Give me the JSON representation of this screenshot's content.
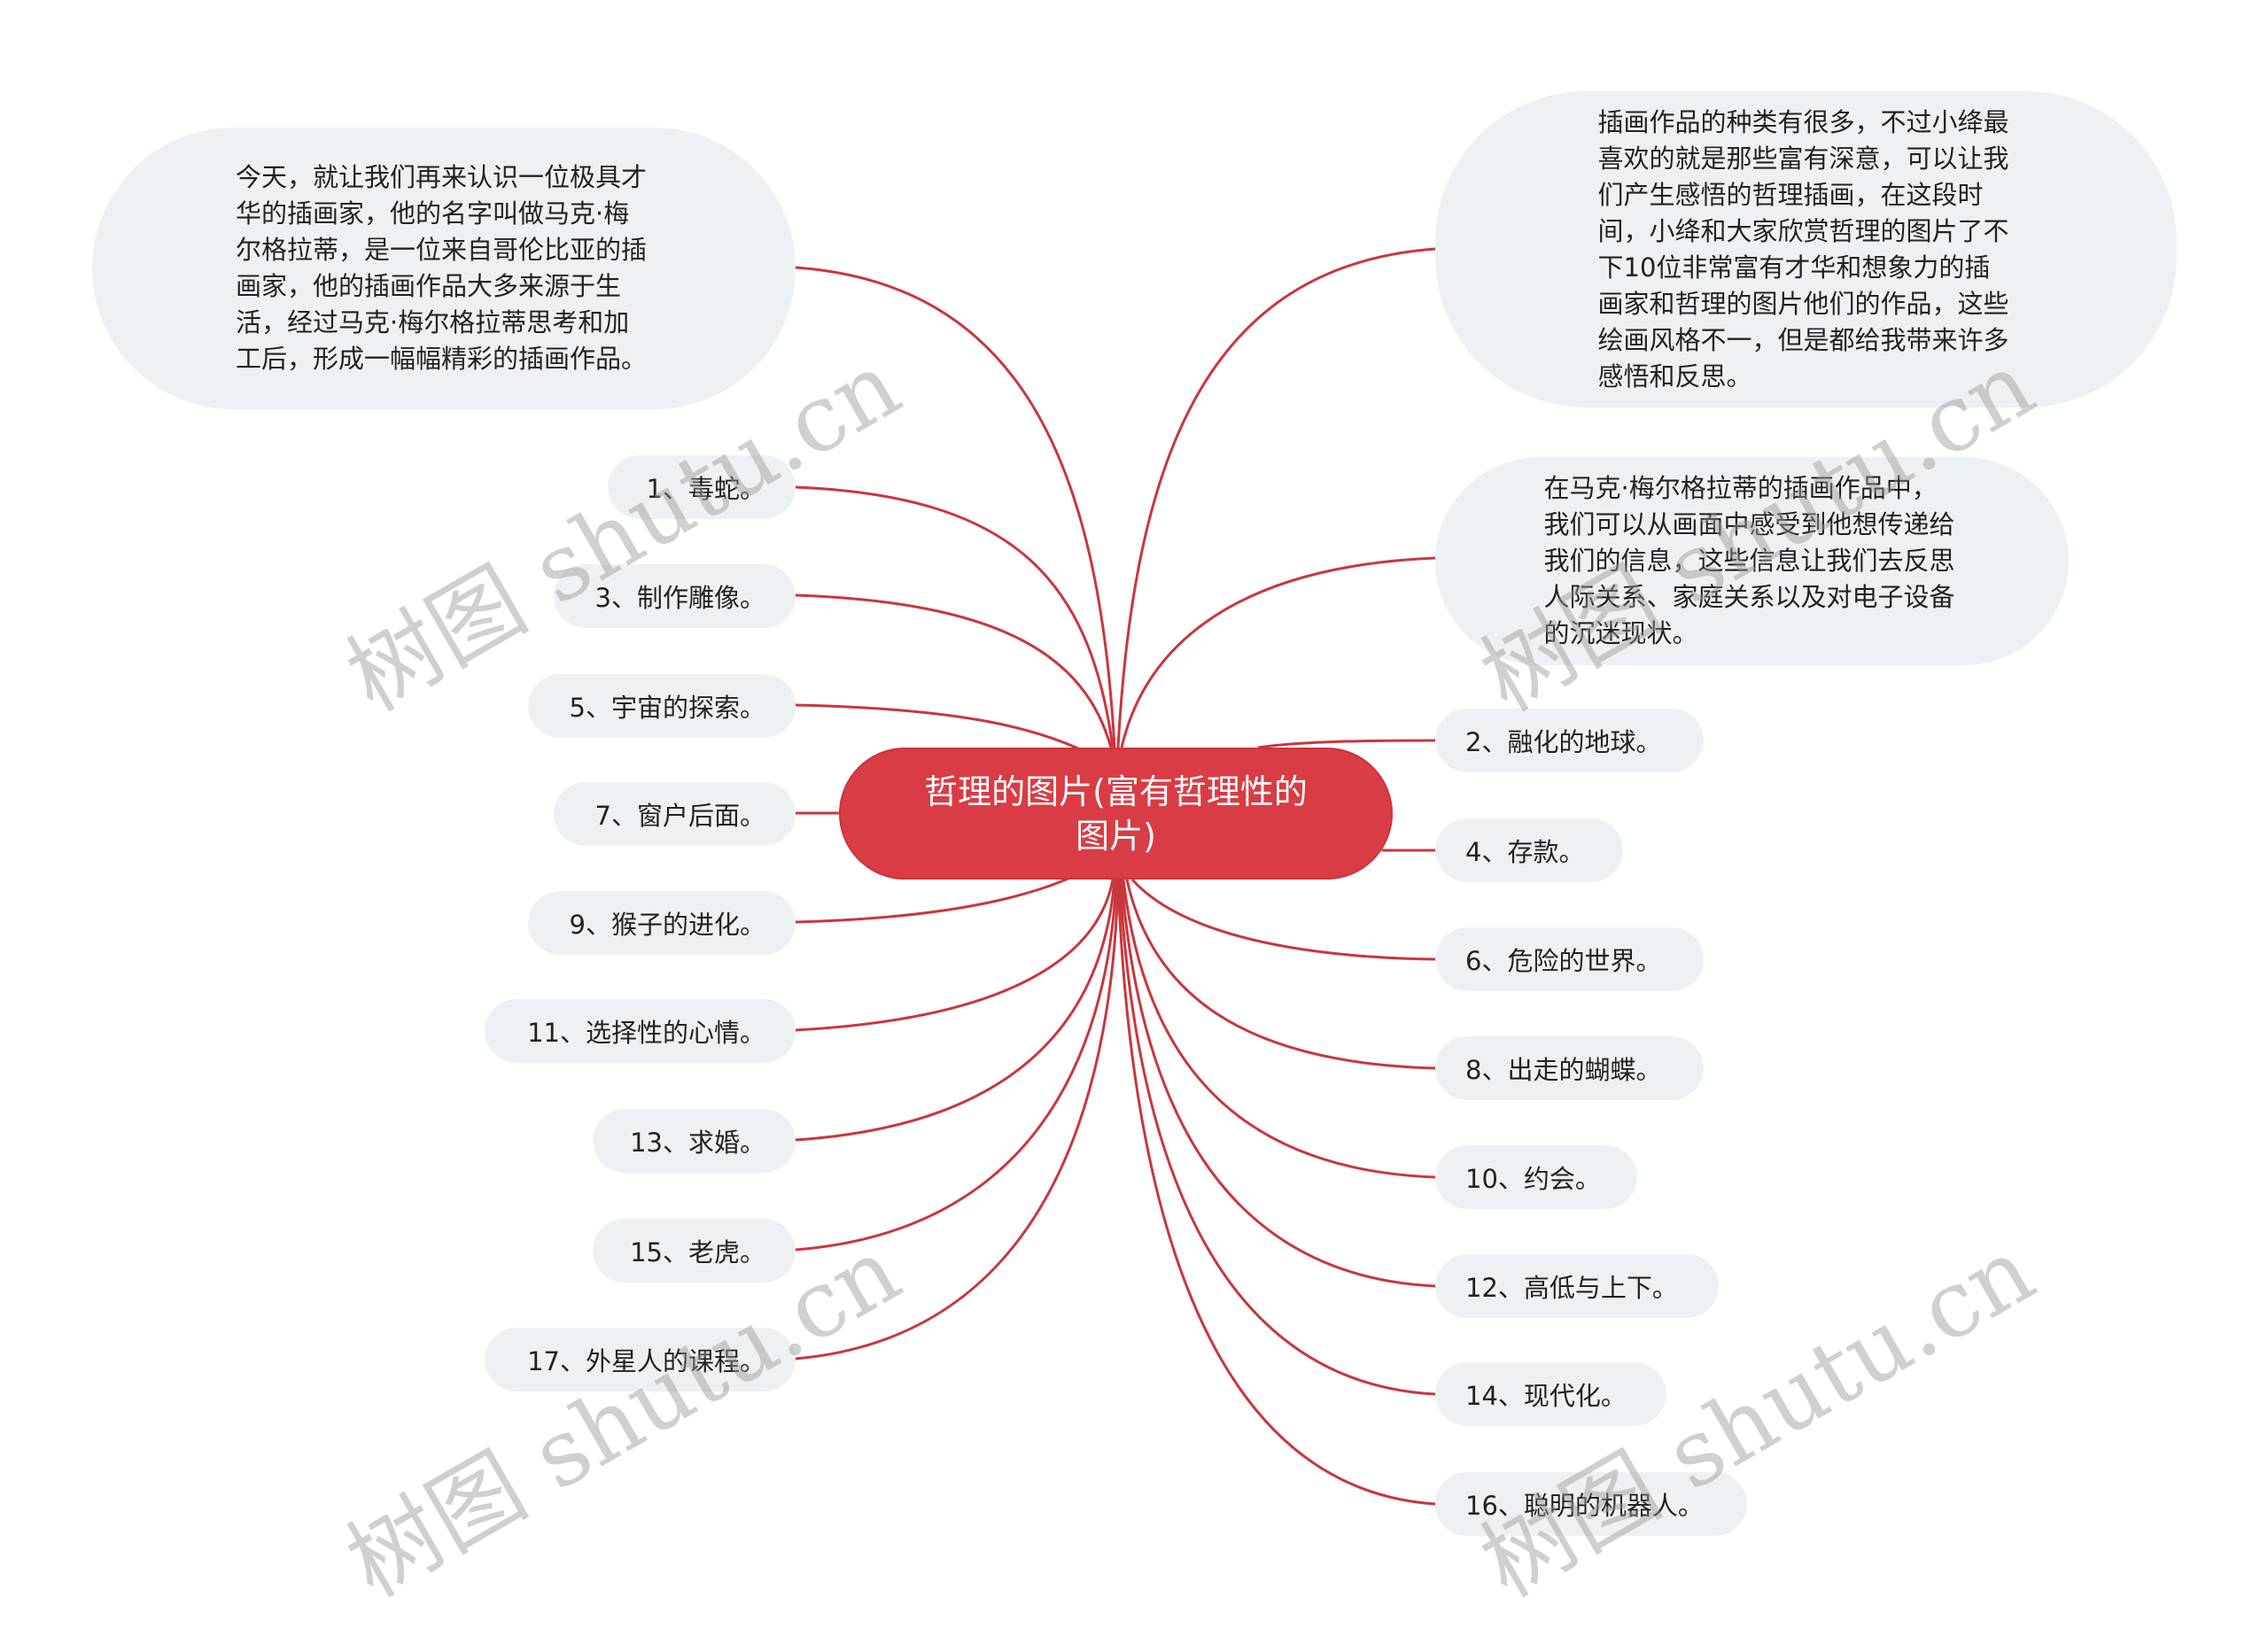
{
  "center": {
    "label": "哲理的图片(富有哲理性的图片)",
    "line1": "哲理的图片(富有哲理性的",
    "line2": "图片)"
  },
  "colors": {
    "center_fill": "#d93c44",
    "link": "#c9363e",
    "node_fill": "#eef1f4",
    "text": "#222222"
  },
  "left_bubble": {
    "text": "今天，就让我们再来认识一位极具才华的插画家，他的名字叫做马克·梅尔格拉蒂，是一位来自哥伦比亚的插画家，他的插画作品大多来源于生活，经过马克·梅尔格拉蒂思考和加工后，形成一幅幅精彩的插画作品。"
  },
  "right_bubbles": [
    {
      "text": "插画作品的种类有很多，不过小绛最喜欢的就是那些富有深意，可以让我们产生感悟的哲理插画，在这段时间，小绛和大家欣赏哲理的图片了不下10位非常富有才华和想象力的插画家和哲理的图片他们的作品，这些绘画风格不一，但是都给我带来许多感悟和反思。"
    },
    {
      "text": "在马克·梅尔格拉蒂的插画作品中，我们可以从画面中感受到他想传递给我们的信息，这些信息让我们去反思人际关系、家庭关系以及对电子设备的沉迷现状。"
    }
  ],
  "left_leaves": [
    {
      "label": "1、毒蛇。"
    },
    {
      "label": "3、制作雕像。"
    },
    {
      "label": "5、宇宙的探索。"
    },
    {
      "label": "7、窗户后面。"
    },
    {
      "label": "9、猴子的进化。"
    },
    {
      "label": "11、选择性的心情。"
    },
    {
      "label": "13、求婚。"
    },
    {
      "label": "15、老虎。"
    },
    {
      "label": "17、外星人的课程。"
    }
  ],
  "right_leaves": [
    {
      "label": "2、融化的地球。"
    },
    {
      "label": "4、存款。"
    },
    {
      "label": "6、危险的世界。"
    },
    {
      "label": "8、出走的蝴蝶。"
    },
    {
      "label": "10、约会。"
    },
    {
      "label": "12、高低与上下。"
    },
    {
      "label": "14、现代化。"
    },
    {
      "label": "16、聪明的机器人。"
    }
  ],
  "watermark": {
    "text": "树图 shutu.cn"
  }
}
